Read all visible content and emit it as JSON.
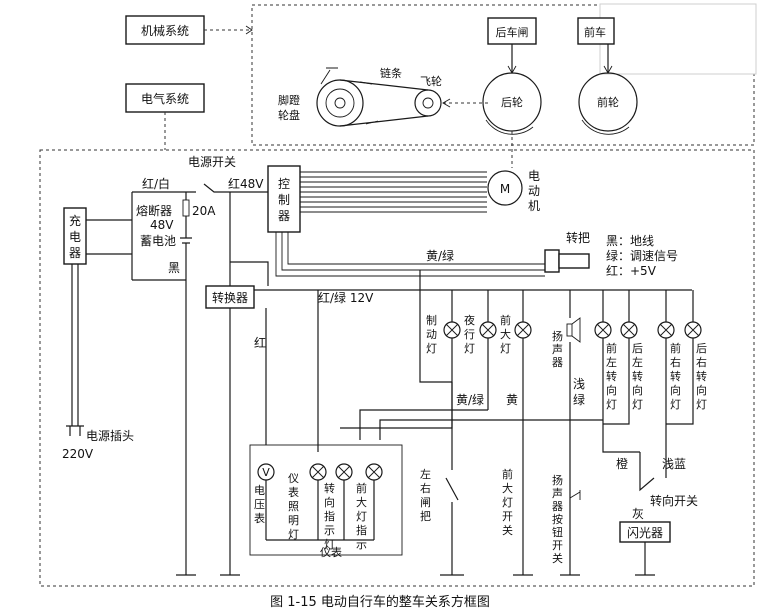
{
  "labels": {
    "mech_system": "机械系统",
    "elec_system": "电气系统",
    "rear_brake": "后车闸",
    "front_brake": "前车",
    "chain": "链条",
    "flywheel": "飞轮",
    "pedal": "脚蹬",
    "crank": "轮盘",
    "rear_wheel": "后轮",
    "front_wheel": "前轮",
    "power_switch": "电源开关",
    "red_white": "红/白",
    "red48v": "红48V",
    "fuse": "熔断器",
    "fuse_rating": "20A",
    "battery_v": "48V",
    "battery": "蓄电池",
    "black": "黑",
    "controller": "控制器",
    "motor_m": "M",
    "motor": "电动机",
    "charger": "充电器",
    "converter": "转换器",
    "yellow_green": "黄/绿",
    "handle": "转把",
    "legend_black": "黑：地线",
    "legend_green": "绿：调速信号",
    "legend_red": "红：+5V",
    "red_green_12v": "红/绿 12V",
    "red": "红",
    "brake_light": "制动灯",
    "night_light": "夜行灯",
    "head_light": "前大灯",
    "speaker": "扬声器",
    "rear_left_turn_front": "前左转向灯",
    "rear_left_turn": "后左转向灯",
    "front_right_turn": "前右转向灯",
    "rear_right_turn": "后右转向灯",
    "yellow_green2": "黄/绿",
    "yellow": "黄",
    "light_green": "浅绿",
    "orange": "橙",
    "light_blue": "浅蓝",
    "plug": "电源插头",
    "v220": "220V",
    "voltmeter_v": "V",
    "voltmeter": "电压表",
    "panel_light": "仪表照明灯",
    "turn_indicator": "转向指示灯",
    "head_indicator": "前大灯指示",
    "meter": "仪表",
    "lr_brake": "左右闸把",
    "head_switch": "前大灯开关",
    "horn_button": "扬声器按钮开关",
    "turn_switch": "转向开关",
    "gray": "灰",
    "flasher": "闪光器",
    "caption": "图 1-15    电动自行车的整车关系方框图"
  }
}
